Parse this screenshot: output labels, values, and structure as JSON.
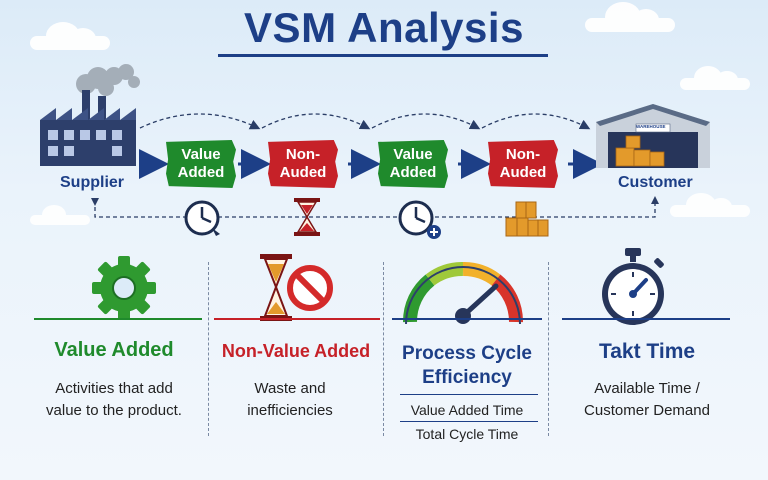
{
  "title": "VSM Analysis",
  "flow": {
    "supplier_label": "Supplier",
    "customer_label": "Customer",
    "warehouse_sign": "WAREHOUSE",
    "steps": [
      {
        "line1": "Value",
        "line2": "Added",
        "color": "#1f8a2c"
      },
      {
        "line1": "Non-",
        "line2": "Auded",
        "color": "#c62128"
      },
      {
        "line1": "Value",
        "line2": "Added",
        "color": "#1f8a2c"
      },
      {
        "line1": "Non-",
        "line2": "Auded",
        "color": "#c62128"
      }
    ],
    "icons": [
      "clock-icon",
      "hourglass-icon",
      "clock-plus-icon",
      "boxes-icon"
    ]
  },
  "sections": [
    {
      "heading": "Value Added",
      "heading_color": "#1f8a2c",
      "lines": [
        "Activities that add",
        "value to the product."
      ],
      "icon": "gear-icon"
    },
    {
      "heading": "Non-Value Added",
      "heading_color": "#c62128",
      "lines": [
        "Waste and",
        "inefficiencies"
      ],
      "icon": "hourglass-no-icon"
    },
    {
      "heading_line1": "Process Cycle",
      "heading_line2": "Efficiency",
      "heading_color": "#1d3f87",
      "numerator": "Value Added Time",
      "denominator": "Total Cycle Time",
      "icon": "gauge-icon"
    },
    {
      "heading": "Takt Time",
      "heading_color": "#1d3f87",
      "lines": [
        "Available Time /",
        "Customer Demand"
      ],
      "icon": "stopwatch-icon"
    }
  ]
}
